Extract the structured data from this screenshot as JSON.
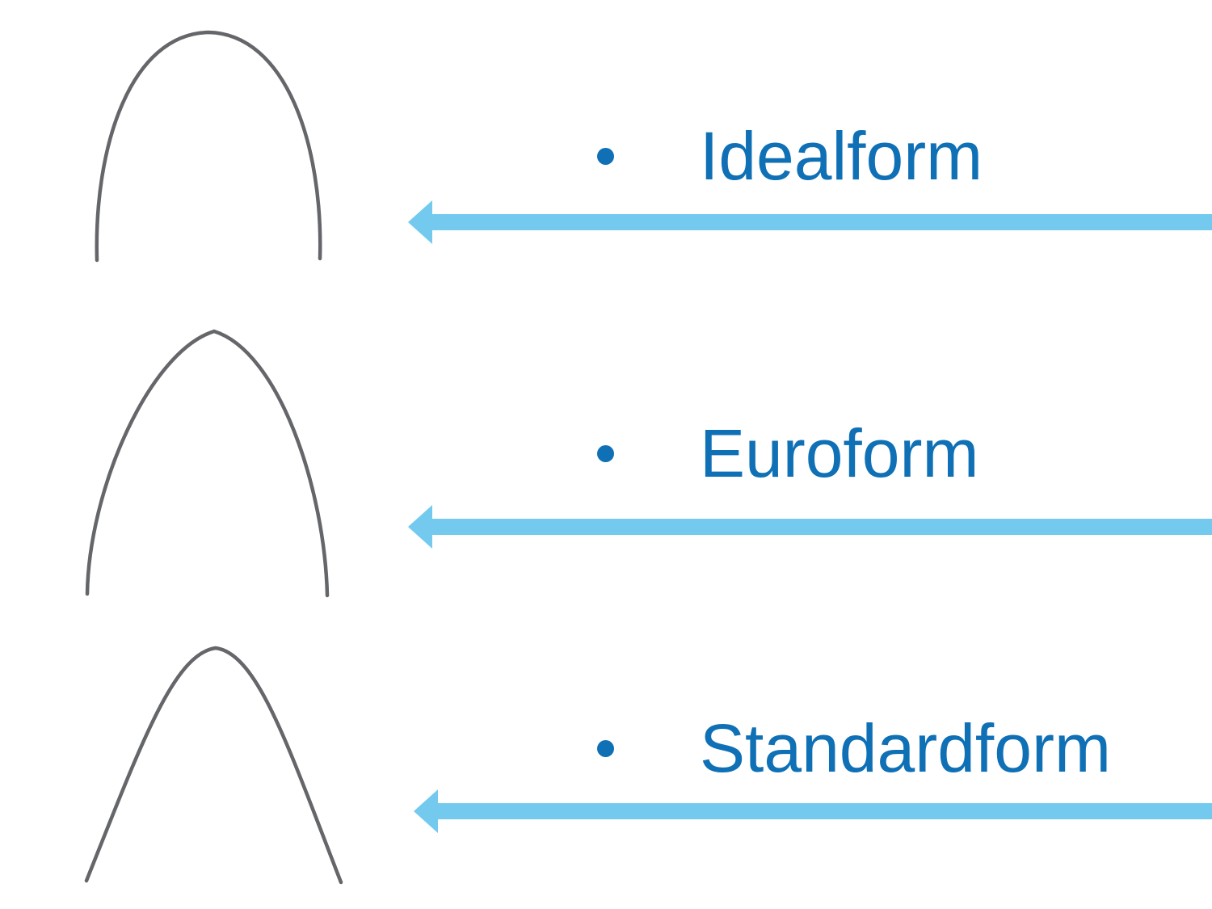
{
  "slide": {
    "bullet": "•",
    "items": [
      {
        "label": "Idealform",
        "shape": "ideal-archwire",
        "arrow": "left-arrow"
      },
      {
        "label": "Euroform",
        "shape": "euro-archwire",
        "arrow": "left-arrow"
      },
      {
        "label": "Standardform",
        "shape": "standard-archwire",
        "arrow": "left-arrow"
      }
    ],
    "colors": {
      "label": "#0f70b6",
      "arrow": "#73caee",
      "wire": "#64666a",
      "background": "#ffffff"
    }
  }
}
